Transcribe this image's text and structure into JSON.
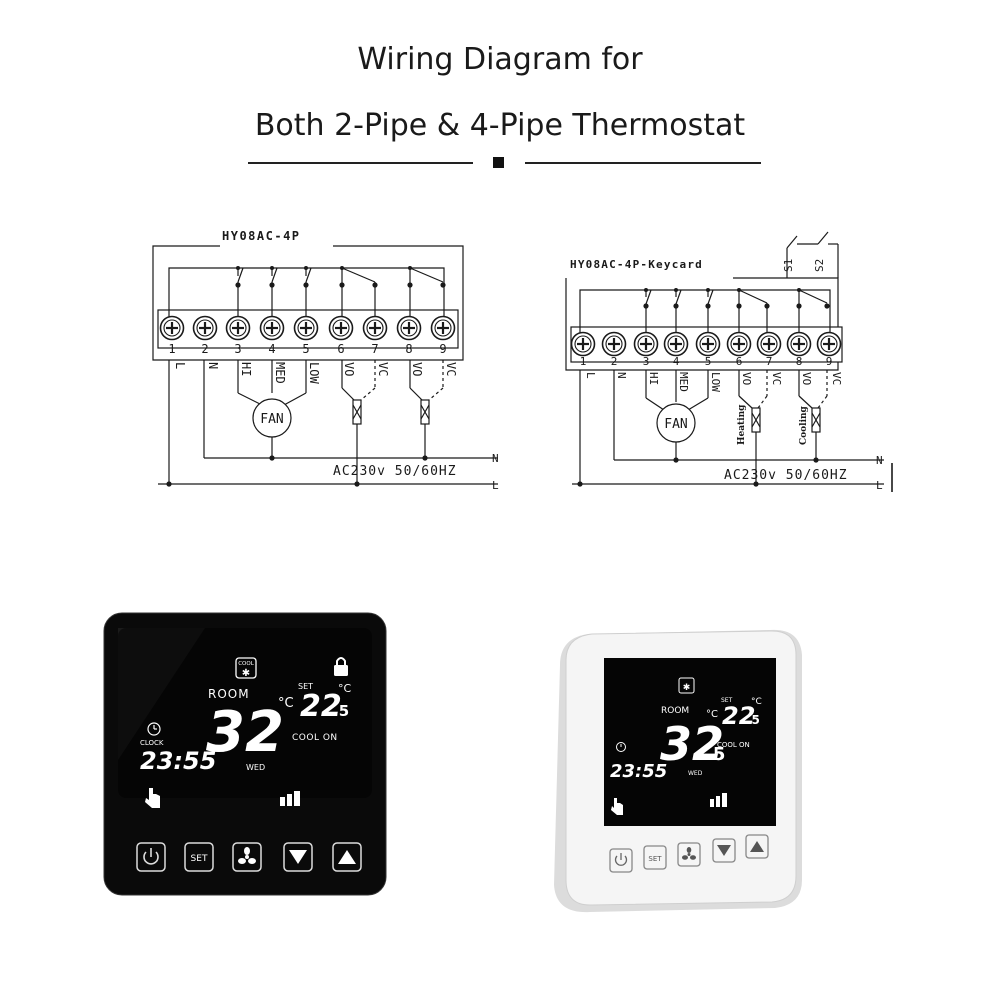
{
  "title_line1": "Wiring Diagram for",
  "title_line2": "Both 2-Pipe & 4-Pipe Thermostat",
  "diagram_left": {
    "model": "HY08AC-4P",
    "terminal_numbers": [
      "1",
      "2",
      "3",
      "4",
      "5",
      "6",
      "7",
      "8",
      "9"
    ],
    "terminal_labels": [
      "L",
      "N",
      "HI",
      "MED",
      "LOW",
      "VO",
      "VC",
      "VO",
      "VC"
    ],
    "fan_label": "FAN",
    "supply_label": "AC230v  50/60HZ",
    "line_n": "N",
    "line_l": "L"
  },
  "diagram_right": {
    "model": "HY08AC-4P-Keycard",
    "terminal_numbers": [
      "1",
      "2",
      "3",
      "4",
      "5",
      "6",
      "7",
      "8",
      "9"
    ],
    "terminal_labels": [
      "L",
      "N",
      "HI",
      "MED",
      "LOW",
      "VO",
      "VC",
      "VO",
      "VC"
    ],
    "fan_label": "FAN",
    "heating_label": "Heating",
    "cooling_label": "Cooling",
    "switch_s1": "S1",
    "switch_s2": "S2",
    "supply_label": "AC230v  50/60HZ",
    "line_n": "N",
    "line_l": "L"
  },
  "thermostat_black": {
    "mode_badge": "COOL",
    "room_label": "ROOM",
    "room_temp": "32",
    "set_label": "SET",
    "set_temp_int": "22",
    "set_temp_dec": ".5",
    "unit": "°C",
    "status": "COOL ON",
    "clock_label": "CLOCK",
    "clock_time": "23:55",
    "day": "WED",
    "btn_set": "SET"
  },
  "thermostat_white": {
    "room_label": "ROOM",
    "room_temp_int": "32",
    "room_temp_dec": ".5",
    "set_label": "SET",
    "set_temp_int": "22",
    "set_temp_dec": ".5",
    "unit": "°C",
    "status": "COOL ON",
    "clock_time": "23:55",
    "day": "WED",
    "btn_set": "SET"
  },
  "colors": {
    "line": "#1a1a1a",
    "black_body": "#0a0a0a",
    "white_body": "#f4f4f4",
    "lcd_text": "#ffffff"
  }
}
